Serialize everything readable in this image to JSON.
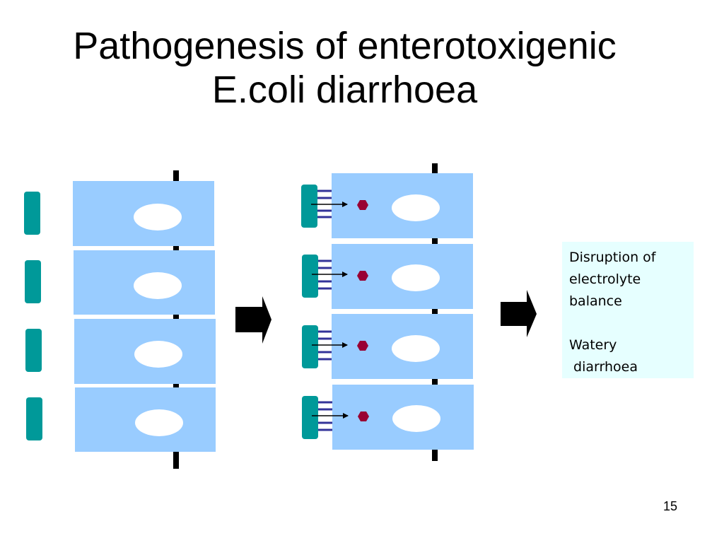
{
  "slide": {
    "title_line1": "Pathogenesis of enterotoxigenic",
    "title_line2": "E.coli diarrhoea",
    "page_number": "15"
  },
  "info_box": {
    "line1": "Disruption of",
    "line2": "electrolyte",
    "line3": "balance",
    "line4": "Watery",
    "line5": " diarrhoea"
  },
  "colors": {
    "cell_fill": "#99ccff",
    "nucleus_fill": "#ffffff",
    "bacterium_fill": "#009999",
    "pili_color": "#333399",
    "toxin_fill": "#990033",
    "info_box_fill": "#e6ffff",
    "arrow_fill": "#000000"
  },
  "icons": {
    "process_arrow": "block-arrow-right",
    "toxin": "hexagon",
    "bacterium": "rounded-rod",
    "nucleus": "ellipse"
  }
}
